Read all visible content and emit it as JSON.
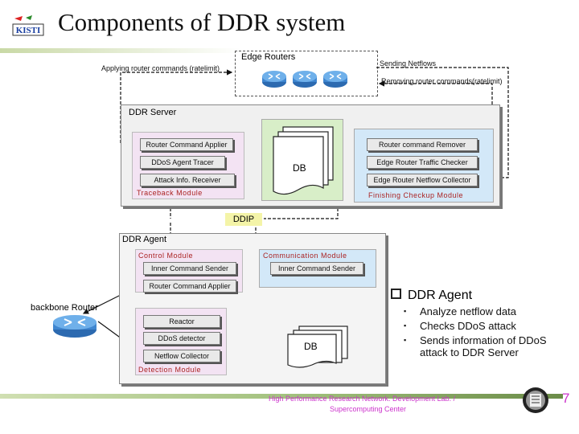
{
  "title": "Components of DDR system",
  "top": {
    "edge_routers": "Edge Routers",
    "applying": "Applying router commands (ratelimit)",
    "sending": "Sending Netflows",
    "removing": "Removing router commands(ratelimit)"
  },
  "server": {
    "title": "DDR Server",
    "applier": "Router Command Applier",
    "tracer": "DDoS Agent Tracer",
    "receiver": "Attack Info. Receiver",
    "traceback": "Traceback Module",
    "db": "DB",
    "remover": "Router command Remover",
    "checker": "Edge Router Traffic Checker",
    "collector": "Edge Router Netflow Collector",
    "finishing": "Finishing Checkup Module"
  },
  "ddip": "DDIP",
  "agent": {
    "title": "DDR Agent",
    "control": "Control Module",
    "inner_left": "Inner Command Sender",
    "comm": "Communication Module",
    "inner_right": "Inner Command Sender",
    "applier": "Router Command Applier",
    "backbone": "backbone Router",
    "reactor": "Reactor",
    "detector": "DDoS detector",
    "netflow": "Netflow Collector",
    "detection": "Detection Module",
    "db": "DB"
  },
  "bullets": {
    "heading": "DDR Agent",
    "items": [
      "Analyze netflow data",
      "Checks DDoS attack",
      "Sends information of DDoS attack to DDR Server"
    ]
  },
  "footer": {
    "line1": "High Performance Research Network. Development Lab. /",
    "line2": "Supercomputing Center",
    "page": "7"
  },
  "colors": {
    "pink_module": "#f3e3f3",
    "blue_module": "#d3e8f8",
    "yellow_module": "#fafad2",
    "green_db": "#d8eec8",
    "footer_text": "#cc33cc",
    "page_number": "#cc33cc",
    "ddip_bg": "#f4f4a8"
  }
}
